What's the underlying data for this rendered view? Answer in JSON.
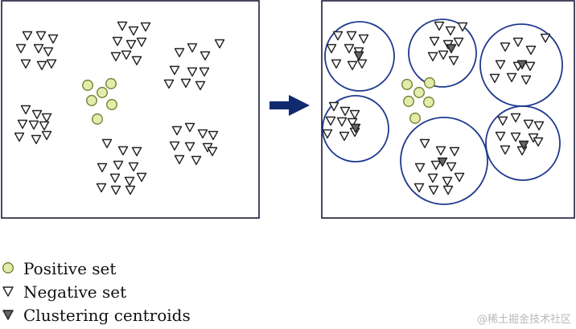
{
  "legend": {
    "positive": "Positive set",
    "negative": "Negative set",
    "centroids": "Clustering centroids"
  },
  "watermark": "@稀土掘金技术社区",
  "colors": {
    "frame": "#1a1a3a",
    "positive_fill": "#e5ecaa",
    "positive_stroke": "#6b7a2c",
    "cluster_circle": "#1e3a8f",
    "arrow": "#0f2a6e",
    "centroid_fill": "#666666"
  },
  "panels": [
    {
      "name": "before-clustering"
    },
    {
      "name": "after-clustering"
    }
  ],
  "icons": {
    "arrow": "right-arrow-icon",
    "positive": "yellow-circle-icon",
    "negative": "down-triangle-icon",
    "centroid": "filled-down-triangle-icon"
  }
}
